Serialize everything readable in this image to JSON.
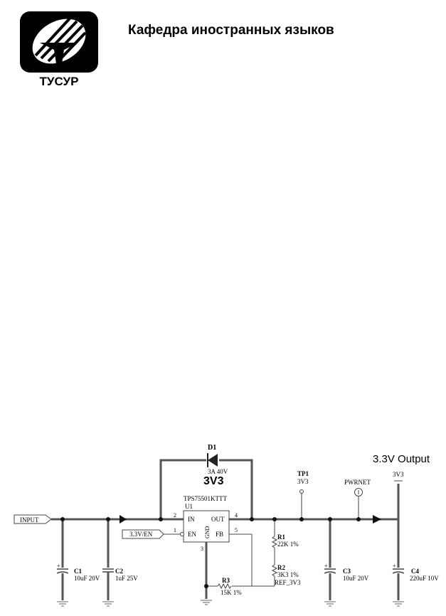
{
  "header": {
    "logo_text": "ТУСУР",
    "department": "Кафедра иностранных языков"
  },
  "schematic": {
    "output_title": "3.3V Output",
    "input_port": "INPUT",
    "enable_port": "3.3V/EN",
    "diode": {
      "ref": "D1",
      "rating": "3A 40V"
    },
    "net_3v3_big": "3V3",
    "regulator": {
      "part": "TPS75501KTTT",
      "ref": "U1",
      "pin_in": "IN",
      "pin_out": "OUT",
      "pin_en": "EN",
      "pin_fb": "FB",
      "pin_gnd": "GND",
      "num_in": "2",
      "num_out": "4",
      "num_en": "1",
      "num_fb": "5",
      "num_gnd": "3"
    },
    "tp1": {
      "ref": "TP1",
      "net": "3V3"
    },
    "pwrnet": "PWRNET",
    "rail_label": "3V3",
    "ref_label": "REF_3V3",
    "caps": [
      {
        "ref": "C1",
        "value": "10uF 20V"
      },
      {
        "ref": "C2",
        "value": "1uF 25V"
      },
      {
        "ref": "C3",
        "value": "10uF 20V"
      },
      {
        "ref": "C4",
        "value": "220uF 10V"
      }
    ],
    "resistors": [
      {
        "ref": "R1",
        "value": "22K 1%"
      },
      {
        "ref": "R2",
        "value": "3K3 1%"
      },
      {
        "ref": "R3",
        "value": "15K 1%"
      }
    ]
  }
}
